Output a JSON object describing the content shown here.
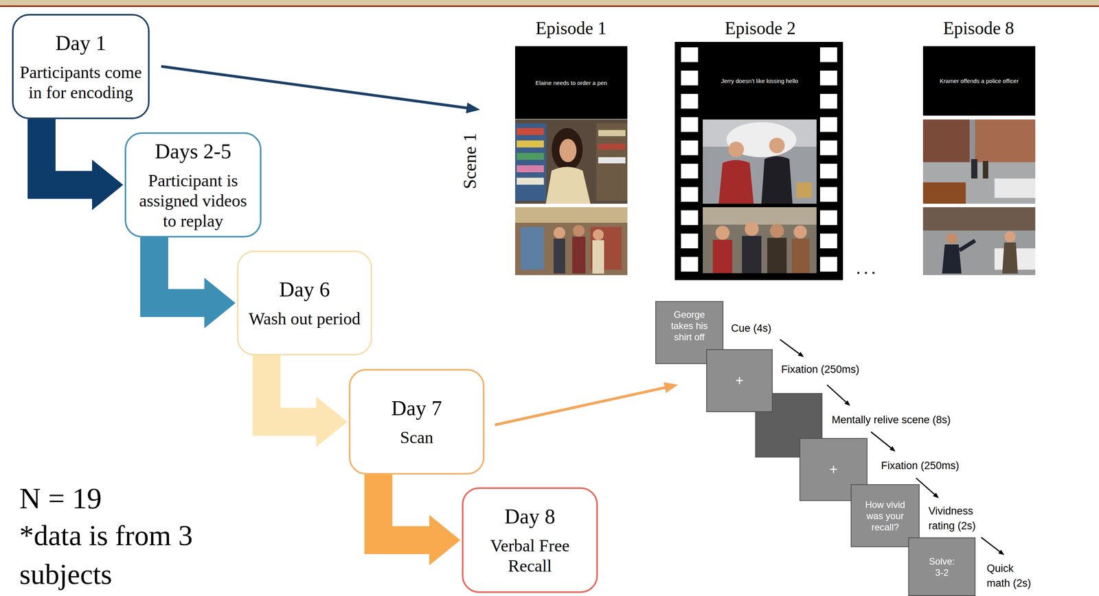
{
  "diagram": {
    "nodes": [
      {
        "text": [
          "Day 1",
          "Participants come in for encoding"
        ]
      },
      {
        "text": [
          "Days 2-5",
          "Participant is assigned videos to replay"
        ]
      },
      {
        "text": [
          "Day 6",
          "Wash out period"
        ]
      },
      {
        "text": [
          "Day 7",
          "Scan"
        ]
      },
      {
        "text": [
          "Day 8",
          "Verbal Free Recall"
        ]
      },
      {
        "text": [
          "Elaine needs to order a pen"
        ]
      },
      {
        "text": [
          "Jerry doesn’t like kissing hello"
        ]
      },
      {
        "text": [
          "Kramer offends a police officer"
        ]
      },
      {
        "text": [
          "George takes his shirt off"
        ]
      },
      {
        "text": [
          "+"
        ]
      },
      {
        "text": [
          "+"
        ]
      },
      {
        "text": [
          "How vivid was your recall?"
        ]
      },
      {
        "text": [
          "Solve: 3-2"
        ]
      }
    ],
    "edges": [
      {
        "from": 0,
        "to": 1,
        "arrow": "to"
      },
      {
        "from": 1,
        "to": 2,
        "arrow": "to"
      },
      {
        "from": 2,
        "to": 3,
        "arrow": "to"
      },
      {
        "from": 3,
        "to": 4,
        "arrow": "to"
      }
    ],
    "labels": [
      "Episode 1",
      "Episode 2",
      "Episode 8",
      "Scene 1",
      "...",
      "Cue (4s)",
      "Fixation (250ms)",
      "Mentally relive scene (8s)",
      "Fixation (250ms)",
      "Vividness rating (2s)",
      "Quick math (2s)",
      "N = 19",
      "*data is from 3 subjects"
    ]
  }
}
